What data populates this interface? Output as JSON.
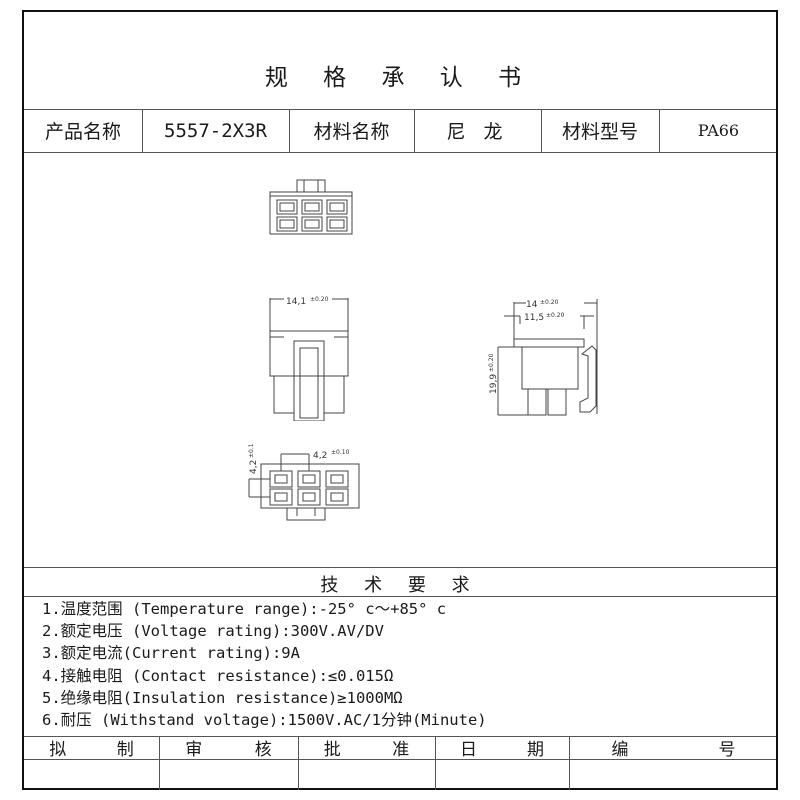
{
  "document": {
    "title": "规 格 承 认 书",
    "info_row": {
      "product_name_label": "产品名称",
      "product_name_value": "5557-2X3R",
      "material_name_label": "材料名称",
      "material_name_value": "尼 龙",
      "material_type_label": "材料型号",
      "material_type_value": "PA66"
    },
    "drawings": {
      "front_view": {
        "name": "connector-front-view"
      },
      "side_view_a": {
        "dimension_width": "14,1",
        "tolerance": "±0.20"
      },
      "side_view_b": {
        "dimension_outer": "14",
        "outer_tolerance": "±0.20",
        "dimension_inner": "11,5",
        "inner_tolerance": "±0.20",
        "dimension_height": "19,9",
        "height_tolerance": "±0.20"
      },
      "bottom_view": {
        "pitch_horizontal": "4,2",
        "pitch_h_tolerance": "±0.10",
        "pitch_vertical": "4,2",
        "pitch_v_tolerance": "±0.10"
      }
    },
    "tech_requirements": {
      "title": "技 术 要 求",
      "items": [
        "1.温度范围 (Temperature range):-25° c～+85° c",
        "2.额定电压 (Voltage rating):300V.AV/DV",
        "3.额定电流(Current rating):9A",
        "4.接触电阻 (Contact resistance):≤0.015Ω",
        "5.绝缘电阻(Insulation resistance)≥1000MΩ",
        "6.耐压 (Withstand voltage):1500V.AC/1分钟(Minute)"
      ]
    },
    "signature_row": {
      "prepared_a": "拟",
      "prepared_b": "制",
      "reviewed_a": "审",
      "reviewed_b": "核",
      "approved_a": "批",
      "approved_b": "准",
      "date_a": "日",
      "date_b": "期",
      "number_a": "编",
      "number_b": "号"
    }
  }
}
